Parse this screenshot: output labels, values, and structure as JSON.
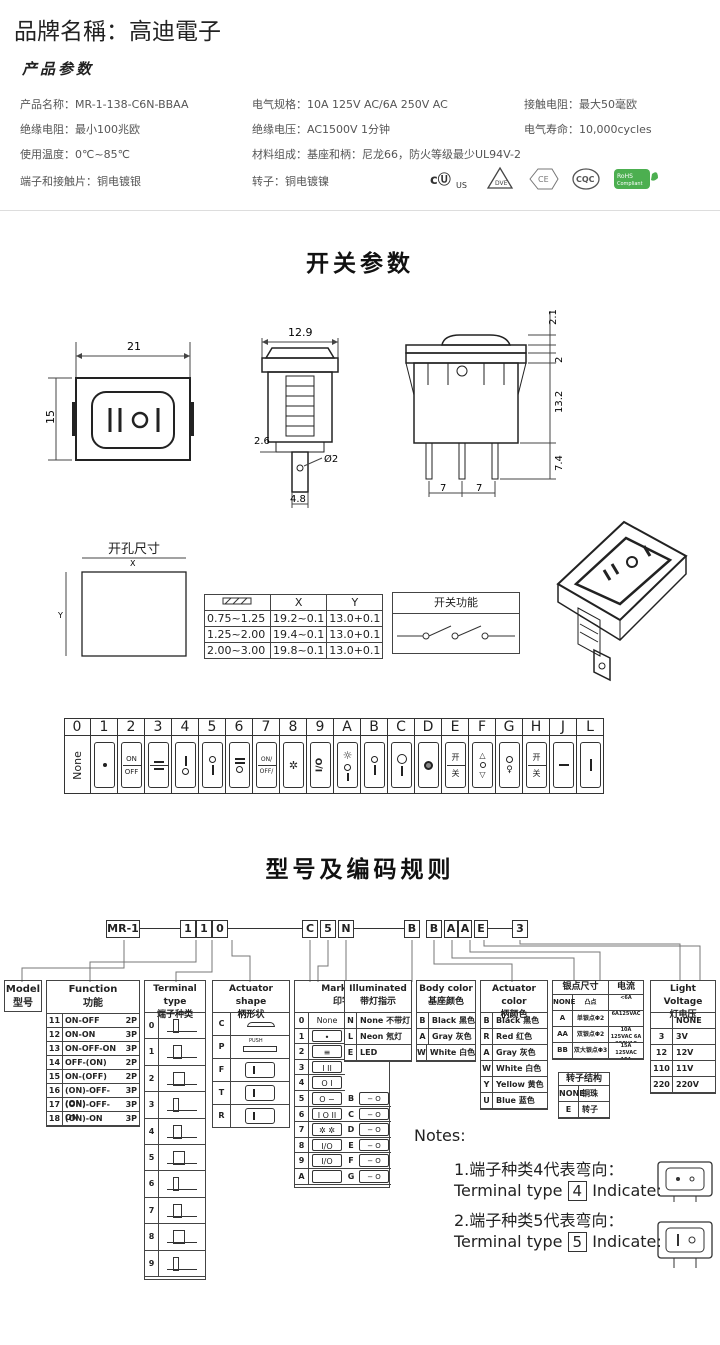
{
  "header": {
    "brand": "品牌名稱：高迪電子",
    "specs_title": "产品参数"
  },
  "specs": {
    "row1": [
      "产品名称：MR-1-138-C6N-BBAA",
      "电气规格：10A  125V  AC/6A  250V  AC",
      "接触电阻：最大50毫欧"
    ],
    "row2": [
      "绝缘电阻：最小100兆欧",
      "绝缘电压：AC1500V 1分钟",
      "电气寿命：10,000cycles"
    ],
    "row3": [
      "使用温度：0℃~85℃",
      "材料组成：基座和柄：尼龙66，防火等级最少UL94V-2"
    ],
    "row4": [
      "端子和接触片：铜电镀银",
      "转子：铜电镀镍"
    ]
  },
  "certs": [
    "c UL us",
    "VDE",
    "CE",
    "CQC",
    "RoHS Compliant"
  ],
  "switch_params": {
    "title": "开关参数",
    "dims": {
      "front_width": "21",
      "front_height": "15",
      "side_width": "12.9",
      "side_h1": "2.6",
      "side_pin": "4.8",
      "side_hole": "Ø2",
      "r_top": "2.1",
      "r_mid": "2",
      "r_body": "13.2",
      "r_pin": "7.4",
      "r_pitch1": "7",
      "r_pitch2": "7"
    },
    "cutout_label": "开孔尺寸",
    "cutout_x": "X",
    "cutout_y": "Y",
    "panel_table": {
      "headers": [
        "",
        "X",
        "Y"
      ],
      "rows": [
        [
          "0.75~1.25",
          "19.2~0.1",
          "13.0+0.1"
        ],
        [
          "1.25~2.00",
          "19.4~0.1",
          "13.0+0.1"
        ],
        [
          "2.00~3.00",
          "19.8~0.1",
          "13.0+0.1"
        ]
      ]
    },
    "function_label": "开关功能"
  },
  "marking_strip": {
    "codes": [
      "0",
      "1",
      "2",
      "3",
      "4",
      "5",
      "6",
      "7",
      "8",
      "9",
      "A",
      "B",
      "C",
      "D",
      "E",
      "F",
      "G",
      "H",
      "J",
      "L"
    ],
    "none_label": "None",
    "on": "ON",
    "off": "OFF",
    "onn": "ON/",
    "offn": "OFF/",
    "io": "I/O",
    "kai": "开",
    "guan": "关"
  },
  "model_code": {
    "title": "型号及编码规则",
    "codes": [
      "MR-1",
      "1",
      "1",
      "0",
      "C",
      "5",
      "N",
      "B",
      "B",
      "A",
      "A",
      "E",
      "3"
    ],
    "model": {
      "en": "Model",
      "cn": "型号"
    },
    "function": {
      "en": "Function",
      "cn": "功能",
      "rows": [
        [
          "11",
          "ON-OFF",
          "2P"
        ],
        [
          "12",
          "ON-ON",
          "3P"
        ],
        [
          "13",
          "ON-OFF-ON",
          "3P"
        ],
        [
          "14",
          "OFF-(ON)",
          "2P"
        ],
        [
          "15",
          "ON-(OFF)",
          "2P"
        ],
        [
          "16",
          "(ON)-OFF-(ON)",
          "3P"
        ],
        [
          "17",
          "(ON)-OFF-ON",
          "3P"
        ],
        [
          "18",
          "(ON)-ON",
          "3P"
        ]
      ]
    },
    "terminal": {
      "en": "Terminal type",
      "cn": "端子种类",
      "codes": [
        "0",
        "1",
        "2",
        "3",
        "4",
        "5",
        "6",
        "7",
        "8",
        "9"
      ]
    },
    "actuator": {
      "en": "Actuator shape",
      "cn": "柄形状",
      "codes": [
        "C",
        "P",
        "F",
        "T",
        "R"
      ],
      "push": "PUSH"
    },
    "marking": {
      "en": "Marking",
      "cn": "印字",
      "left": [
        "0",
        "1",
        "2",
        "3",
        "4",
        "5",
        "6",
        "7",
        "8",
        "9",
        "A"
      ],
      "right": [
        "B",
        "C",
        "D",
        "E",
        "F",
        "G"
      ],
      "none": "None",
      "io": "I/O"
    },
    "illuminated": {
      "en": "Illuminated",
      "cn": "带灯指示",
      "rows": [
        [
          "N",
          "None 不带灯"
        ],
        [
          "L",
          "Neon 氖灯"
        ],
        [
          "E",
          "LED"
        ]
      ]
    },
    "body_color": {
      "en": "Body color",
      "cn": "基座颜色",
      "rows": [
        [
          "B",
          "Black 黑色"
        ],
        [
          "A",
          "Gray 灰色"
        ],
        [
          "W",
          "White 白色"
        ]
      ]
    },
    "actuator_color": {
      "en": "Actuator color",
      "cn": "柄颜色",
      "rows": [
        [
          "B",
          "Black 黑色"
        ],
        [
          "R",
          "Red 红色"
        ],
        [
          "A",
          "Gray 灰色"
        ],
        [
          "W",
          "White 白色"
        ],
        [
          "Y",
          "Yellow 黄色"
        ],
        [
          "U",
          "Blue 蓝色"
        ]
      ]
    },
    "silver": {
      "h1": "银点尺寸",
      "h2": "电流",
      "rows": [
        [
          "NONE",
          "凸点",
          "<6A"
        ],
        [
          "A",
          "单银点Φ2",
          "6A125VAC"
        ],
        [
          "AA",
          "双银点Φ2",
          "10A 125VAC 6A 250VAC"
        ],
        [
          "BB",
          "双大银点Φ3",
          "15A 125VAC 10A 250VAC"
        ]
      ]
    },
    "rotor": {
      "title": "转子结构",
      "rows": [
        [
          "NONE",
          "铜珠"
        ],
        [
          "E",
          "转子"
        ]
      ]
    },
    "light_voltage": {
      "en": "Light Voltage",
      "cn": "灯电压",
      "rows": [
        [
          "",
          "NONE"
        ],
        [
          "3",
          "3V"
        ],
        [
          "12",
          "12V"
        ],
        [
          "110",
          "11V"
        ],
        [
          "220",
          "220V"
        ]
      ]
    }
  },
  "notes": {
    "title": "Notes:",
    "n1": "1.端子种类4代表弯向：",
    "n1_line_a": "Terminal type",
    "n1_num": "4",
    "n1_line_b": "Indicate:",
    "n2": "2.端子种类5代表弯向：",
    "n2_line_a": "Terminal type",
    "n2_num": "5",
    "n2_line_b": "Indicate:"
  }
}
